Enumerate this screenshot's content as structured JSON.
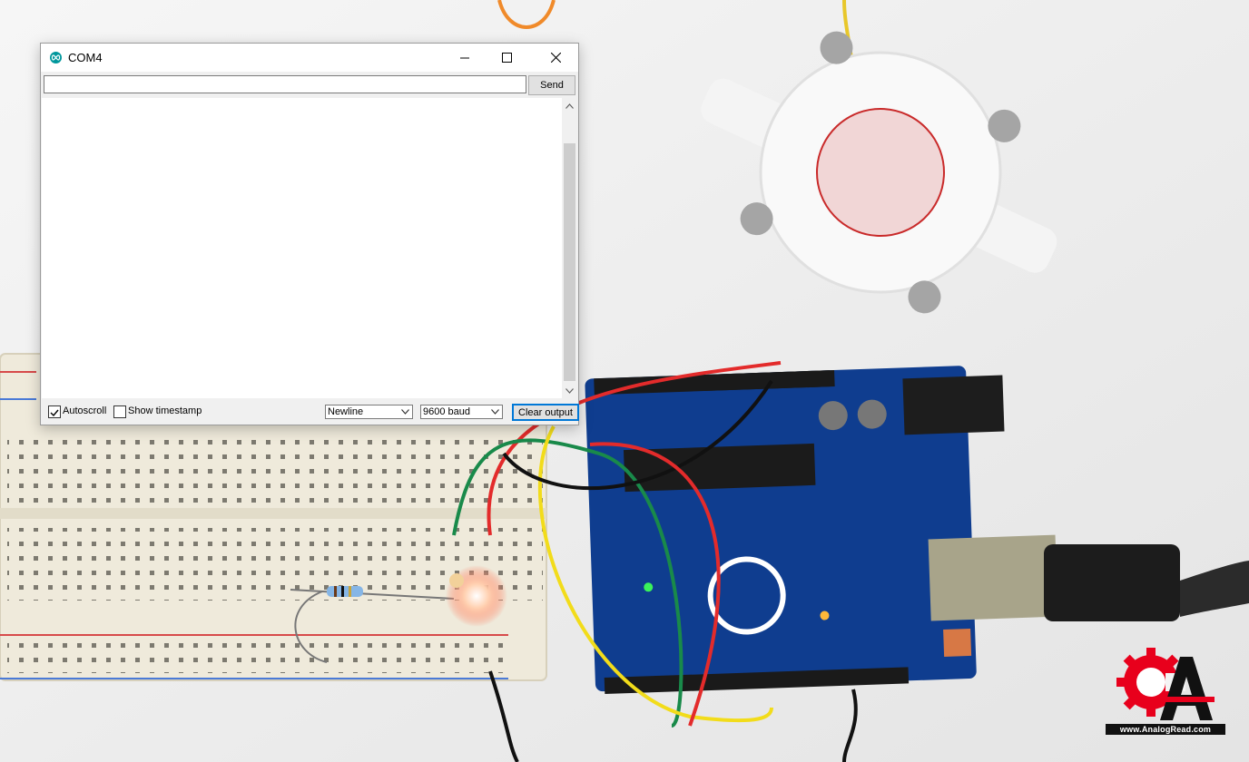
{
  "window": {
    "title": "COM4",
    "app_icon": "arduino-infinity-icon",
    "controls": [
      "minimize-icon",
      "maximize-icon",
      "close-icon"
    ]
  },
  "send_bar": {
    "input_value": "",
    "send_label": "Send"
  },
  "output": {
    "text": ""
  },
  "bottom_bar": {
    "autoscroll_label": "Autoscroll",
    "autoscroll_checked": true,
    "timestamp_label": "Show timestamp",
    "timestamp_checked": false,
    "line_ending": "Newline",
    "baud_rate": "9600 baud",
    "clear_label": "Clear output"
  },
  "logo": {
    "text": "www.AnalogRead.com",
    "colors": {
      "red": "#e8001c",
      "black": "#111111"
    }
  }
}
